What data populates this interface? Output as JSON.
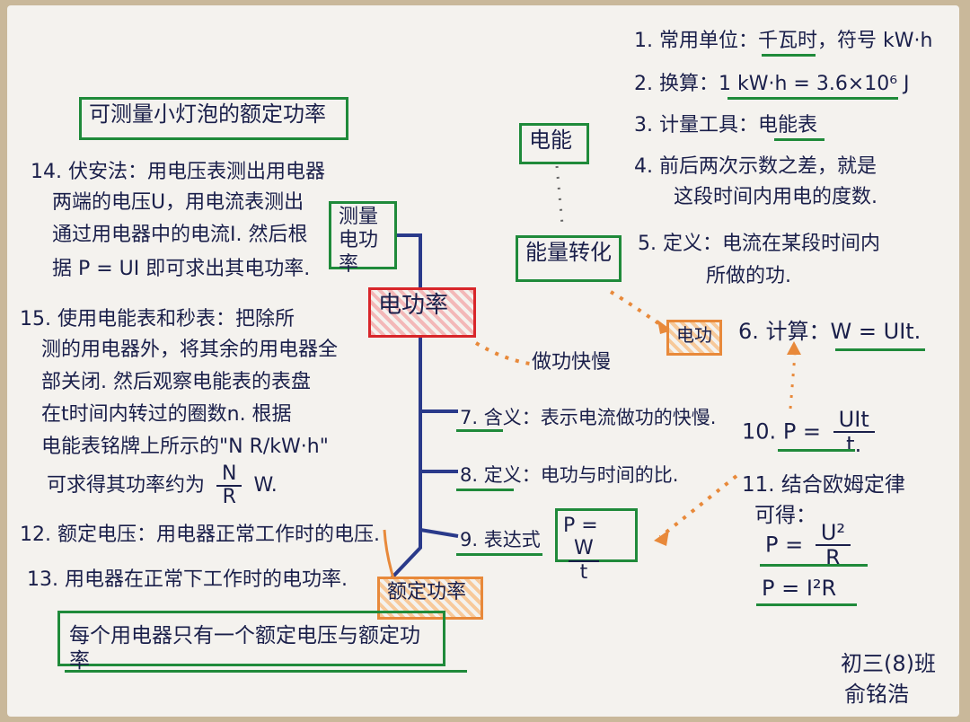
{
  "center": {
    "label": "电功率"
  },
  "branches": {
    "measure": "测量电功率",
    "energy": "电能",
    "conversion": "能量转化",
    "work": "电功",
    "speed": "做功快慢",
    "rated": "额定功率"
  },
  "top_title": "可测量小灯泡的额定功率",
  "bottom_note": "每个用电器只有一个额定电压与额定功率",
  "items": {
    "i1": "1.  常用单位：千瓦时，符号 kW·h",
    "i2": "2.  换算：1 kW·h = 3.6×10⁶ J",
    "i3": "3.  计量工具：电能表",
    "i4a": "4.  前后两次示数之差，就是",
    "i4b": "这段时间内用电的度数.",
    "i5a": "5.   定义：电流在某段时间内",
    "i5b": "所做的功.",
    "i6": "6. 计算：W = UIt.",
    "i7": "7. 含义：表示电流做功的快慢.",
    "i8": "8. 定义：电功与时间的比.",
    "i9": "9. 表达式",
    "i9_formula": {
      "lhs": "P =",
      "num": "W",
      "den": "t"
    },
    "i10": {
      "label": "10.",
      "lhs": "P =",
      "num": "UIt",
      "den": "t."
    },
    "i11a": "11.  结合欧姆定律",
    "i11b": "可得：",
    "i11_formula": {
      "lhs": "P =",
      "num": "U²",
      "den": "R"
    },
    "i11_formula2": "P = I²R",
    "i12": "12.  额定电压：用电器正常工作时的电压.",
    "i13": "13.   用电器在正常下工作时的电功率.",
    "i14a": "14.  伏安法：用电压表测出用电器",
    "i14b": "两端的电压U，用电流表测出",
    "i14c": "通过用电器中的电流I. 然后根",
    "i14d": "据 P = UI 即可求出其电功率.",
    "i15a": "15.   使用电能表和秒表：把除所",
    "i15b": "测的用电器外，将其余的用电器全",
    "i15c": "部关闭. 然后观察电能表的表盘",
    "i15d": "在t时间内转过的圈数n. 根据",
    "i15e": "电能表铭牌上所示的\"N R/kW·h\"",
    "i15f": "可求得其功率约为",
    "i15_formula": {
      "num": "N",
      "den": "R",
      "unit": "W."
    }
  },
  "signature": {
    "line1": "初三(8)班",
    "line2": "俞铭浩"
  },
  "colors": {
    "ink": "#1a1f4a",
    "green": "#1f8a3a",
    "red": "#d8262a",
    "orange": "#e8893a",
    "branch": "#2a3a8a"
  }
}
